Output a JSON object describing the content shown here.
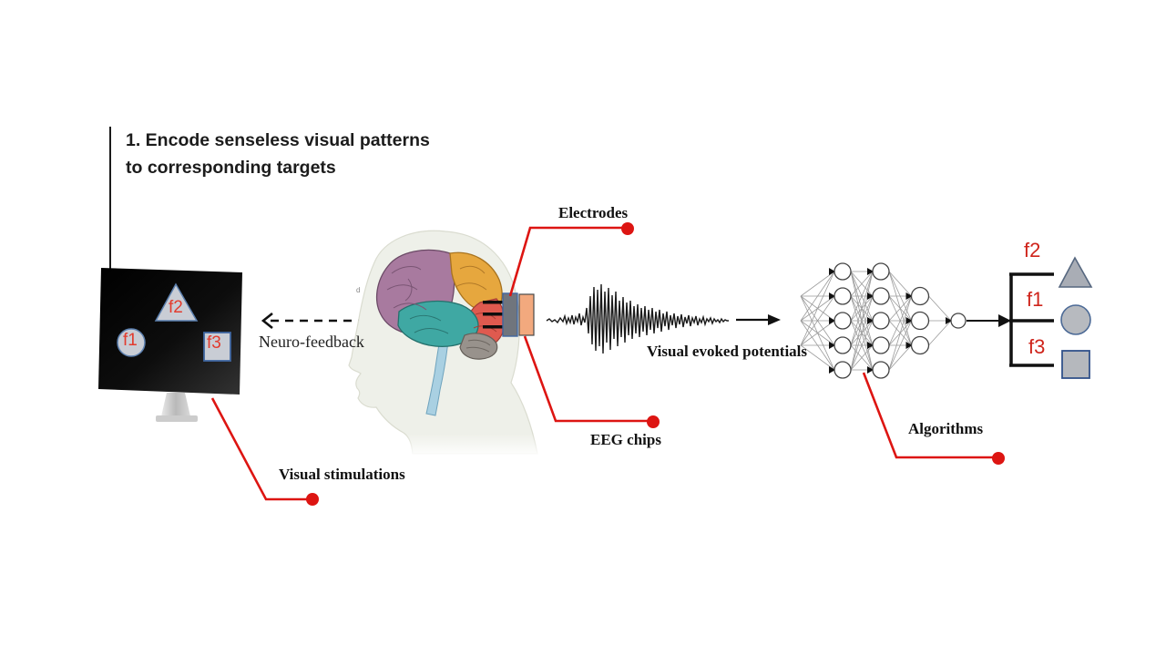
{
  "title": {
    "line1": "1. Encode senseless visual patterns",
    "line2": "to corresponding targets"
  },
  "annotations": {
    "neuro_feedback": "Neuro-feedback",
    "electrodes": "Electrodes",
    "eeg_chips": "EEG chips",
    "visual_evoked_potentials": "Visual evoked potentials",
    "algorithms": "Algorithms",
    "visual_stimulations": "Visual stimulations",
    "watermark": "d"
  },
  "monitor": {
    "stimuli": [
      {
        "label": "f2",
        "shape": "triangle"
      },
      {
        "label": "f1",
        "shape": "circle"
      },
      {
        "label": "f3",
        "shape": "square"
      }
    ]
  },
  "decoder_targets": [
    {
      "label": "f2",
      "shape": "triangle"
    },
    {
      "label": "f1",
      "shape": "circle"
    },
    {
      "label": "f3",
      "shape": "square"
    }
  ],
  "algorithm_network": {
    "input_taps": 3,
    "layer_sizes": [
      5,
      5,
      3,
      1
    ]
  },
  "colors": {
    "leader_red": "#dd1512",
    "stimulus_label_red": "#e23b2e",
    "target_label_red": "#cf241b",
    "frontal_lobe_purple": "#a87a9f",
    "parietal_lobe_orange": "#e6a73e",
    "temporal_lobe_teal": "#3fa8a3",
    "occipital_lobe_red": "#df5a4f",
    "cerebellum_gray": "#98928c",
    "brainstem_blue": "#a9d0e2",
    "eeg_chip_orange": "#f2a97e",
    "shape_fill_gray": "#b5b8bd"
  }
}
